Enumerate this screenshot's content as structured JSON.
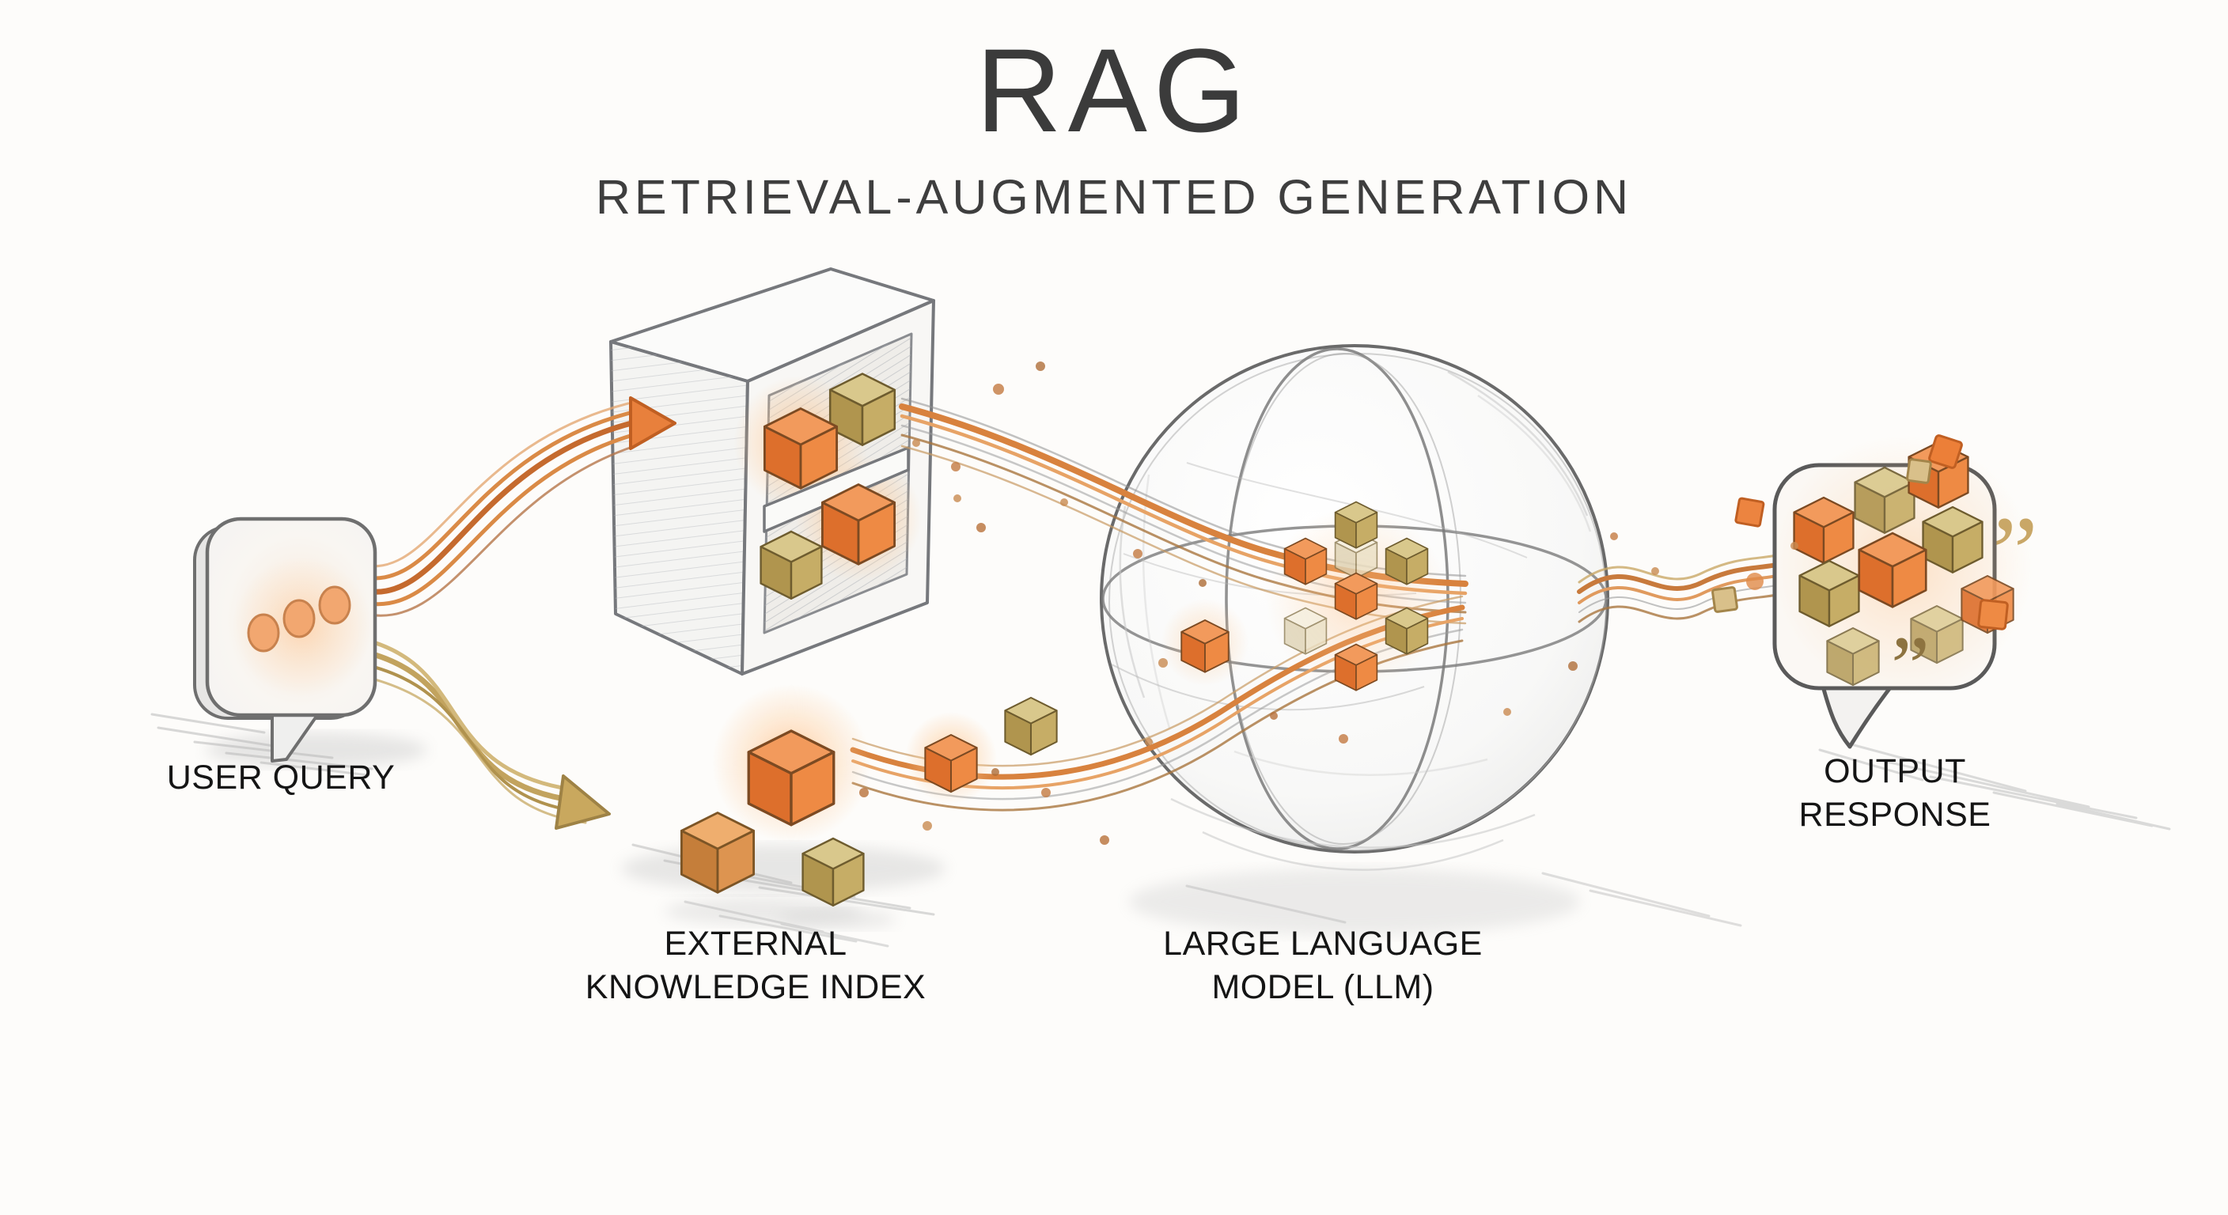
{
  "title": "RAG",
  "subtitle": "RETRIEVAL-AUGMENTED GENERATION",
  "nodes": {
    "user_query": {
      "label": "USER QUERY",
      "icon": "speech-bubble-icon"
    },
    "knowledge_index": {
      "label_line1": "EXTERNAL",
      "label_line2": "KNOWLEDGE INDEX",
      "icon": "bookshelf-cubes-icon"
    },
    "llm": {
      "label_line1": "LARGE LANGUAGE",
      "label_line2": "MODEL (LLM)",
      "icon": "sphere-cube-cluster-icon"
    },
    "output_response": {
      "label_line1": "OUTPUT",
      "label_line2": "RESPONSE",
      "icon": "speech-bubble-cubes-icon"
    }
  },
  "decorations": {
    "quote_glyph": "”"
  },
  "flows": {
    "query_to_index": "curved-orange-arrow",
    "query_to_chunks": "curved-tan-arrow",
    "index_to_llm": "orange-flow-ribbon",
    "chunks_to_llm": "orange-flow-ribbon",
    "llm_to_output": "orange-flow-ribbon"
  },
  "colors": {
    "background": "#fdfcfa",
    "accent_orange": "#e0762f",
    "accent_orange_light": "#f29b5e",
    "accent_tan": "#c8ab67",
    "pencil_gray": "#6f6f6f",
    "title_text": "#3b3b3b",
    "label_text": "#151515"
  }
}
